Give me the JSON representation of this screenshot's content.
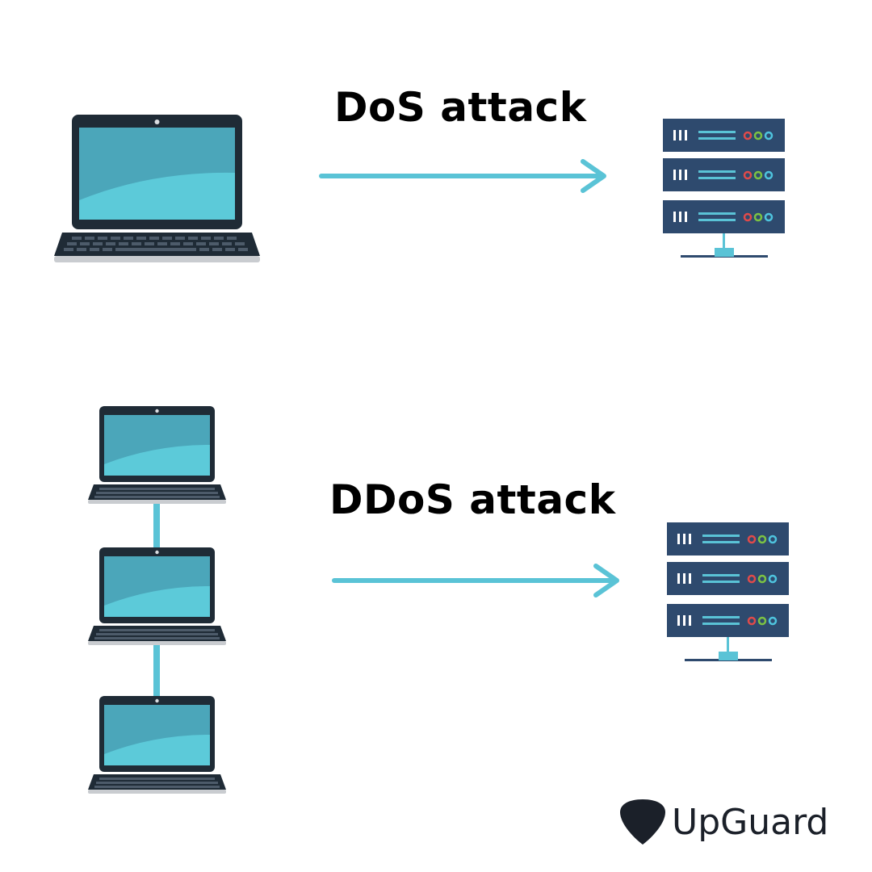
{
  "diagram": {
    "dos": {
      "title": "DoS attack",
      "laptop_count": 1
    },
    "ddos": {
      "title": "DDoS attack",
      "laptop_count": 3
    }
  },
  "brand": {
    "name": "UpGuard",
    "icon": "guitar-pick-icon"
  },
  "colors": {
    "arrow": "#5ac3d6",
    "laptop_frame": "#1f2b36",
    "laptop_screen": "#4ba6ba",
    "laptop_screen_light": "#5ccad9",
    "server_unit": "#2e4a6e",
    "server_line": "#5ac3d6",
    "led_red": "#e04a4a",
    "led_green": "#7cc243",
    "led_blue": "#4ec4de",
    "text": "#000000",
    "brand_text": "#1b2029"
  },
  "icons": {
    "client": "laptop-icon",
    "target": "server-rack-icon",
    "link": "network-link",
    "direction": "arrow-right-icon"
  }
}
